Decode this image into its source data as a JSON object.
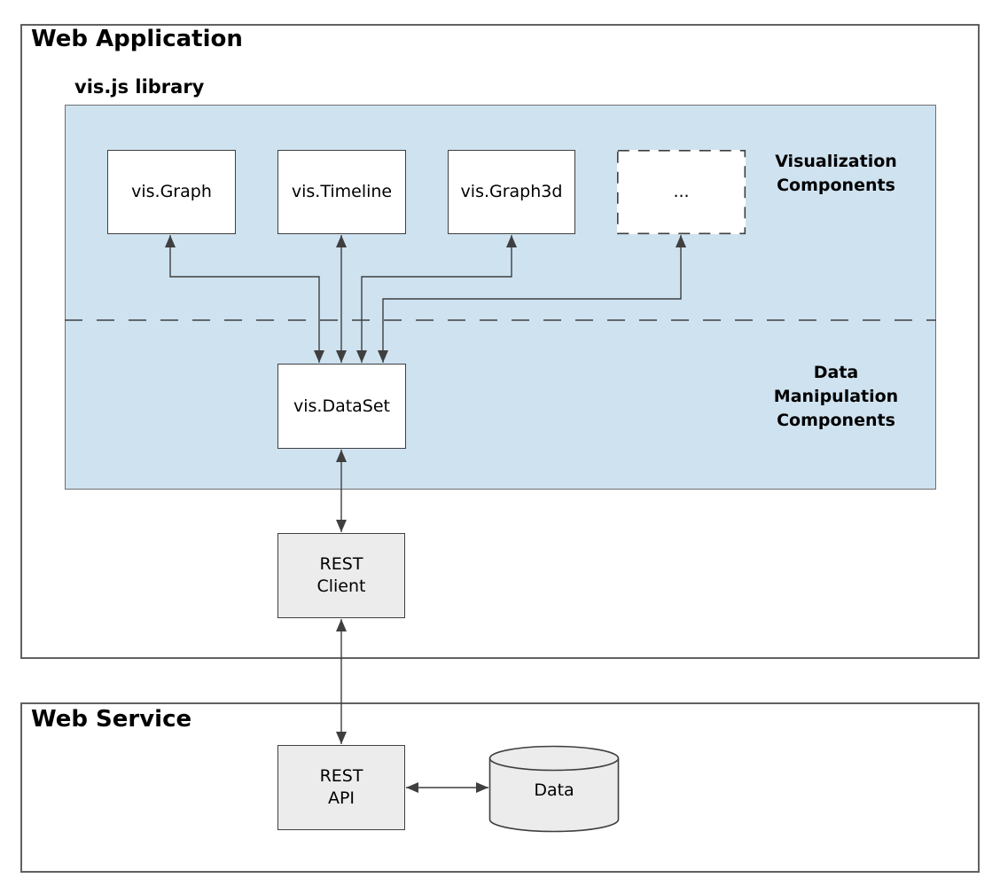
{
  "diagram": {
    "web_application": {
      "title": "Web Application"
    },
    "visjs_library": {
      "label": "vis.js library"
    },
    "visualization_components": {
      "label": "Visualization\nComponents",
      "boxes": [
        {
          "label": "vis.Graph"
        },
        {
          "label": "vis.Timeline"
        },
        {
          "label": "vis.Graph3d"
        },
        {
          "label": "..."
        }
      ]
    },
    "data_manipulation_components": {
      "label": "Data\nManipulation\nComponents",
      "dataset": {
        "label": "vis.DataSet"
      }
    },
    "rest_client": {
      "label": "REST\nClient"
    },
    "web_service": {
      "title": "Web Service",
      "rest_api": {
        "label": "REST\nAPI"
      },
      "data_store": {
        "label": "Data"
      }
    },
    "colors": {
      "panel_blue": "#cfe2f0",
      "node_gray": "#ececec",
      "node_border": "#3f3f3f",
      "frame_border": "#616161",
      "arrow": "#3f3f3f"
    }
  }
}
